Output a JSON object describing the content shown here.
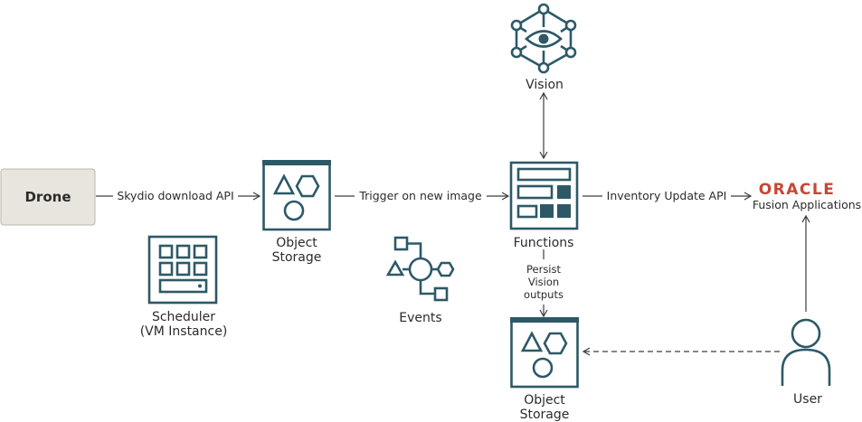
{
  "nodes": {
    "drone": {
      "label": "Drone"
    },
    "object_storage_1": {
      "line1": "Object",
      "line2": "Storage"
    },
    "scheduler": {
      "line1": "Scheduler",
      "line2": "(VM Instance)"
    },
    "events": {
      "label": "Events"
    },
    "vision": {
      "label": "Vision"
    },
    "functions": {
      "label": "Functions"
    },
    "object_storage_2": {
      "line1": "Object",
      "line2": "Storage"
    },
    "oracle": {
      "logo": "ORACLE",
      "sub": "Fusion Applications"
    },
    "user": {
      "label": "User"
    }
  },
  "edges": {
    "drone_to_storage": "Skydio download API",
    "storage_to_functions": "Trigger on new image",
    "functions_to_oracle": "Inventory Update API",
    "functions_to_storage2": {
      "line1": "Persist",
      "line2": "Vision",
      "line3": "outputs"
    }
  },
  "colors": {
    "icon": "#2d5967",
    "drone_fill": "#e8e5de",
    "oracle_red": "#c74634"
  }
}
